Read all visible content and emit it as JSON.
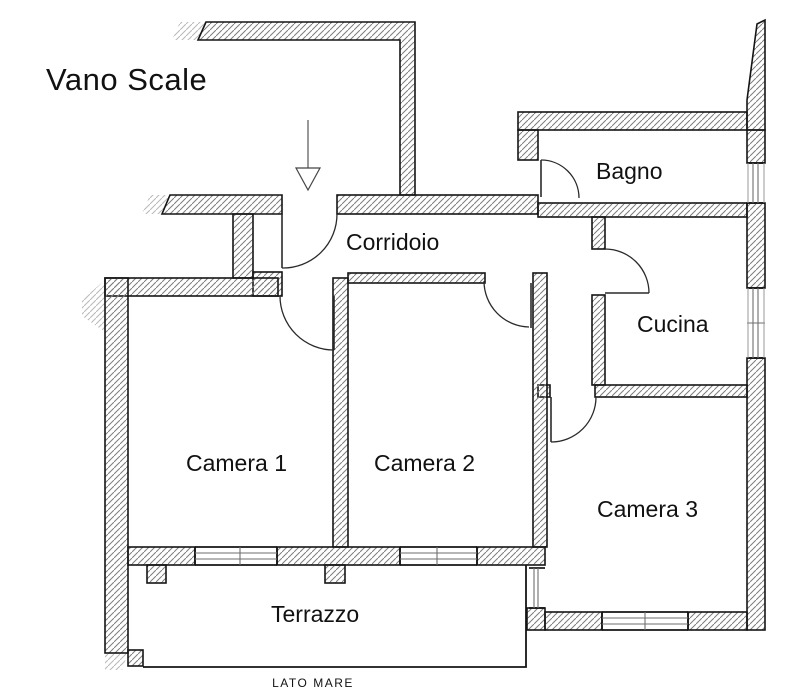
{
  "title": "Apartment floor plan",
  "labels": {
    "vano_scale": "Vano Scale",
    "corridoio": "Corridoio",
    "bagno": "Bagno",
    "cucina": "Cucina",
    "camera1": "Camera 1",
    "camera2": "Camera 2",
    "camera3": "Camera 3",
    "terrazzo": "Terrazzo",
    "lato_mare": "LATO MARE"
  },
  "icons": {
    "entrance_arrow": "down-arrow"
  },
  "colors": {
    "background": "#ffffff",
    "wall_outline": "#151515",
    "hatch": "#7d7d7d",
    "hatch_light": "#b8b8b8",
    "door_arc": "#2a2a2a",
    "window_line": "#6e6e6e",
    "text": "#111111"
  }
}
